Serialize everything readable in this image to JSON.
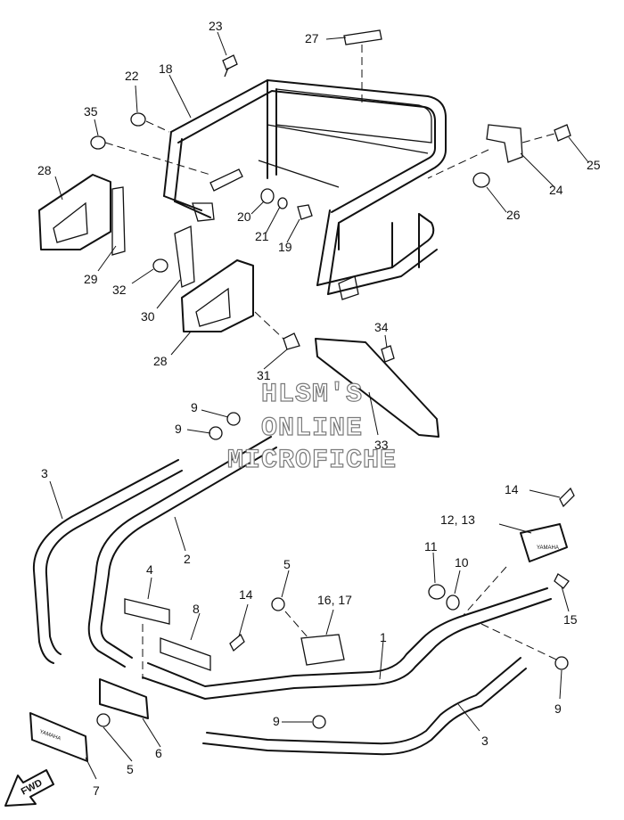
{
  "callouts": [
    {
      "id": "c23",
      "label": "23"
    },
    {
      "id": "c27",
      "label": "27"
    },
    {
      "id": "c22",
      "label": "22"
    },
    {
      "id": "c18",
      "label": "18"
    },
    {
      "id": "c35",
      "label": "35"
    },
    {
      "id": "c28a",
      "label": "28"
    },
    {
      "id": "c25",
      "label": "25"
    },
    {
      "id": "c24",
      "label": "24"
    },
    {
      "id": "c26",
      "label": "26"
    },
    {
      "id": "c20",
      "label": "20"
    },
    {
      "id": "c21",
      "label": "21"
    },
    {
      "id": "c19",
      "label": "19"
    },
    {
      "id": "c29",
      "label": "29"
    },
    {
      "id": "c32",
      "label": "32"
    },
    {
      "id": "c30",
      "label": "30"
    },
    {
      "id": "c28b",
      "label": "28"
    },
    {
      "id": "c34",
      "label": "34"
    },
    {
      "id": "c31",
      "label": "31"
    },
    {
      "id": "c33",
      "label": "33"
    },
    {
      "id": "c9a",
      "label": "9"
    },
    {
      "id": "c9b",
      "label": "9"
    },
    {
      "id": "c3a",
      "label": "3"
    },
    {
      "id": "c2",
      "label": "2"
    },
    {
      "id": "c14a",
      "label": "14"
    },
    {
      "id": "c1213",
      "label": "12, 13"
    },
    {
      "id": "c11",
      "label": "11"
    },
    {
      "id": "c10",
      "label": "10"
    },
    {
      "id": "c15",
      "label": "15"
    },
    {
      "id": "c4",
      "label": "4"
    },
    {
      "id": "c5a",
      "label": "5"
    },
    {
      "id": "c1617",
      "label": "16, 17"
    },
    {
      "id": "c8",
      "label": "8"
    },
    {
      "id": "c14b",
      "label": "14"
    },
    {
      "id": "c1",
      "label": "1"
    },
    {
      "id": "c9c",
      "label": "9"
    },
    {
      "id": "c9d",
      "label": "9"
    },
    {
      "id": "c3b",
      "label": "3"
    },
    {
      "id": "c6",
      "label": "6"
    },
    {
      "id": "c5b",
      "label": "5"
    },
    {
      "id": "c7",
      "label": "7"
    }
  ],
  "watermark": [
    "HLSM'S",
    "ONLINE",
    "MICROFICHE"
  ],
  "brand_marks": [
    "YAMAHA",
    "YAMAHA"
  ],
  "direction_arrow": "FWD"
}
